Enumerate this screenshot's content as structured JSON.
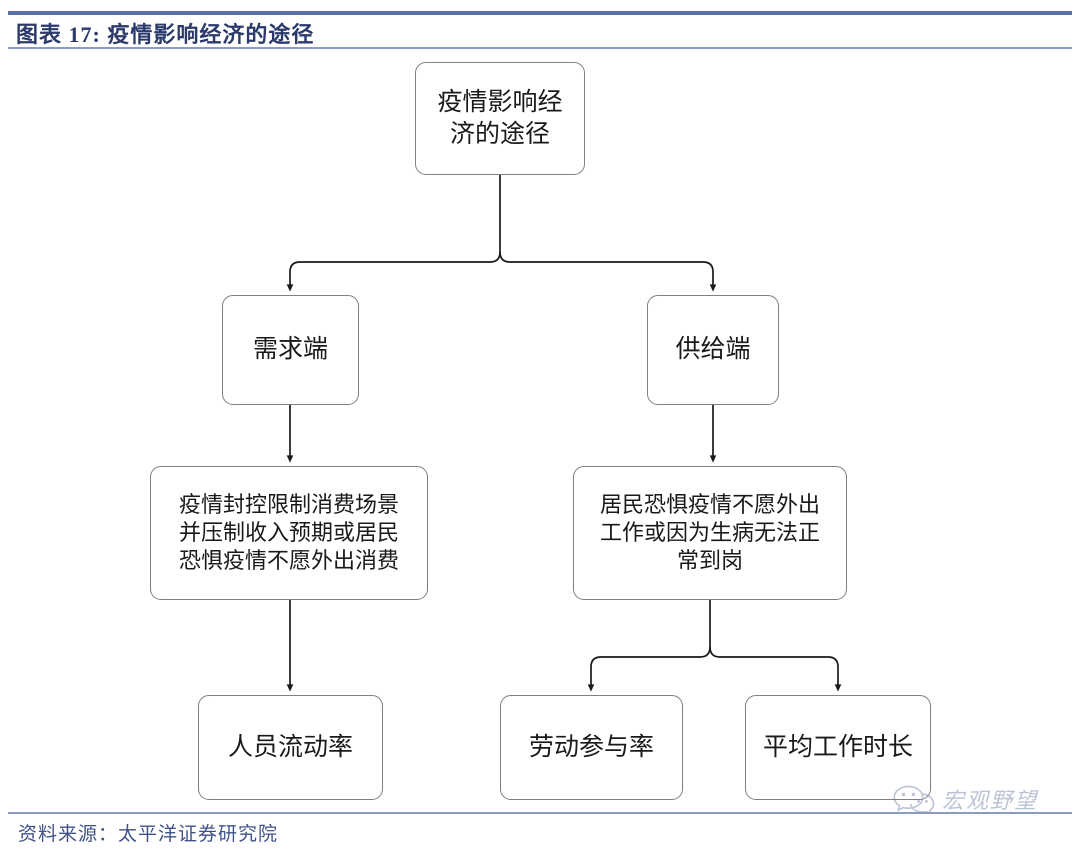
{
  "header": {
    "title": "图表 17:  疫情影响经济的途径",
    "rule_color": "#5b6ea8",
    "title_color": "#2b3a6b"
  },
  "footer": {
    "source": "资料来源：太平洋证券研究院",
    "source_color": "#3f5289"
  },
  "watermark": {
    "icon": "wechat-icon",
    "text": "宏观野望"
  },
  "diagram": {
    "type": "flowchart",
    "orientation": "top-down",
    "node_border_color": "#7f7f7f",
    "node_fill_color": "#ffffff",
    "connector_color": "#1a1a1a",
    "nodes": [
      {
        "id": "root",
        "label": "疫情影响经\n济的途径",
        "level": 0
      },
      {
        "id": "demand",
        "label": "需求端",
        "level": 1
      },
      {
        "id": "supply",
        "label": "供给端",
        "level": 1
      },
      {
        "id": "demand_detail",
        "label": "疫情封控限制消费场景\n并压制收入预期或居民\n恐惧疫情不愿外出消费",
        "level": 2
      },
      {
        "id": "supply_detail",
        "label": "居民恐惧疫情不愿外出\n工作或因为生病无法正\n常到岗",
        "level": 2
      },
      {
        "id": "mobility",
        "label": "人员流动率",
        "level": 3
      },
      {
        "id": "labor",
        "label": "劳动参与率",
        "level": 3
      },
      {
        "id": "hours",
        "label": "平均工作时长",
        "level": 3
      }
    ],
    "edges": [
      {
        "from": "root",
        "to": "demand"
      },
      {
        "from": "root",
        "to": "supply"
      },
      {
        "from": "demand",
        "to": "demand_detail"
      },
      {
        "from": "supply",
        "to": "supply_detail"
      },
      {
        "from": "demand_detail",
        "to": "mobility"
      },
      {
        "from": "supply_detail",
        "to": "labor"
      },
      {
        "from": "supply_detail",
        "to": "hours"
      }
    ]
  }
}
